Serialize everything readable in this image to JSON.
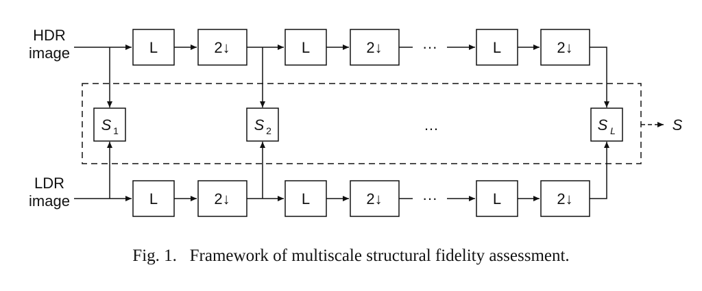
{
  "inputs": {
    "hdr": [
      "HDR",
      "image"
    ],
    "ldr": [
      "LDR",
      "image"
    ]
  },
  "blocks": {
    "lowpass": "L",
    "downsample": "2",
    "downsample_arrow": "↓",
    "ellipsis": "···",
    "mid_ellipsis": "…"
  },
  "stages": [
    {
      "base": "S",
      "sub": "1"
    },
    {
      "base": "S",
      "sub": "2"
    },
    {
      "base": "S",
      "sub": "L"
    }
  ],
  "output": "S",
  "caption": {
    "label": "Fig. 1.",
    "text": "Framework of multiscale structural fidelity assessment."
  }
}
